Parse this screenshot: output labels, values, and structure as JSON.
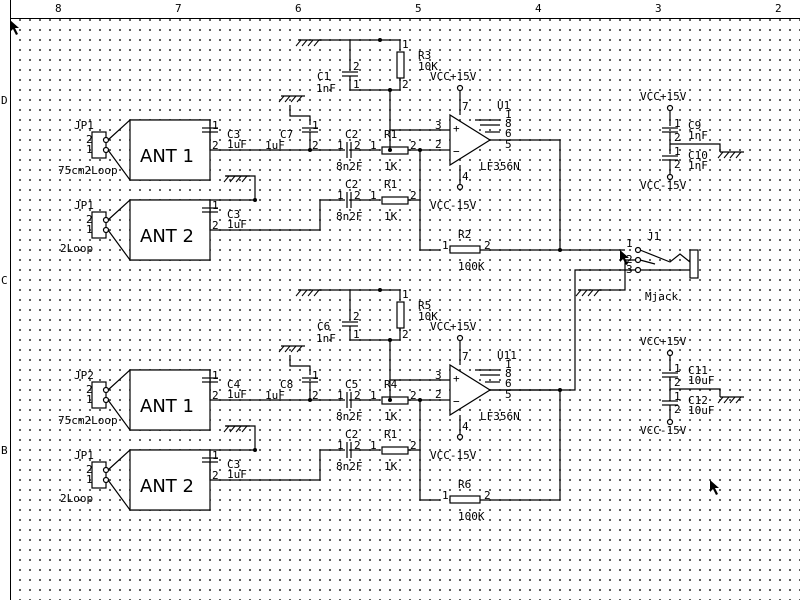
{
  "ruler": {
    "top_marks": [
      "8",
      "7",
      "6",
      "5",
      "4",
      "3",
      "2"
    ],
    "left_marks": [
      "D",
      "C",
      "B"
    ]
  },
  "icons": {
    "cursor": "arrow-cursor-icon"
  },
  "circuit_top": {
    "jp_a": {
      "ref": "JP1",
      "pins": [
        "2",
        "1"
      ],
      "desc": "75cm2Loop"
    },
    "jp_b": {
      "ref": "JP1",
      "pins": [
        "2",
        "1"
      ],
      "desc": "2Loop"
    },
    "ant_a": "ANT 1",
    "ant_b": "ANT 2",
    "c_a": {
      "ref": "C3",
      "value": "1uF",
      "pins": [
        "1",
        "2"
      ]
    },
    "c_b": {
      "ref": "C3",
      "value": "1uF",
      "pins": [
        "1",
        "2"
      ]
    },
    "c_mid": {
      "ref": "C7",
      "value": "1uF",
      "pins": [
        "1",
        "2"
      ]
    },
    "c_fb": {
      "ref": "C1",
      "value": "1nF",
      "pins": [
        "2",
        "1"
      ]
    },
    "c_in_a": {
      "ref": "C2",
      "value": "8n2F",
      "pins": [
        "1",
        "2"
      ]
    },
    "c_in_b": {
      "ref": "C2",
      "value": "8n2F",
      "pins": [
        "1",
        "2"
      ]
    },
    "r_in_a": {
      "ref": "R1",
      "value": "1K",
      "pins": [
        "1",
        "2"
      ]
    },
    "r_in_b": {
      "ref": "R1",
      "value": "1K",
      "pins": [
        "1",
        "2"
      ]
    },
    "r_fb": {
      "ref": "R3",
      "value": "10K",
      "pins": [
        "1",
        "2"
      ]
    },
    "r_out": {
      "ref": "R2",
      "value": "100K",
      "pins": [
        "1",
        "2"
      ]
    },
    "opamp": {
      "ref": "U1",
      "part": "LF356N",
      "pins": [
        "1",
        "8",
        "3",
        "6",
        "2",
        "5",
        "7",
        "4"
      ],
      "vcc": "VCC+15V",
      "vee": "VCC-15V"
    }
  },
  "circuit_bottom": {
    "jp_a": {
      "ref": "JP2",
      "pins": [
        "2",
        "1"
      ],
      "desc": "75cm2Loop"
    },
    "jp_b": {
      "ref": "JP1",
      "pins": [
        "2",
        "1"
      ],
      "desc": "2Loop"
    },
    "ant_a": "ANT 1",
    "ant_b": "ANT 2",
    "c_a": {
      "ref": "C4",
      "value": "1uF",
      "pins": [
        "1",
        "2"
      ]
    },
    "c_b": {
      "ref": "C3",
      "value": "1uF",
      "pins": [
        "1",
        "2"
      ]
    },
    "c_mid": {
      "ref": "C8",
      "value": "1uF",
      "pins": [
        "1",
        "2"
      ]
    },
    "c_fb": {
      "ref": "C6",
      "value": "1nF",
      "pins": [
        "2",
        "1"
      ]
    },
    "c_in_a": {
      "ref": "C5",
      "value": "8n2F",
      "pins": [
        "1",
        "2"
      ]
    },
    "c_in_b": {
      "ref": "C2",
      "value": "8n2F",
      "pins": [
        "1",
        "2"
      ]
    },
    "r_in_a": {
      "ref": "R4",
      "value": "1K",
      "pins": [
        "1",
        "2"
      ]
    },
    "r_in_b": {
      "ref": "R1",
      "value": "1K",
      "pins": [
        "1",
        "2"
      ]
    },
    "r_fb": {
      "ref": "R5",
      "value": "10K",
      "pins": [
        "1",
        "2"
      ]
    },
    "r_out": {
      "ref": "R6",
      "value": "100K",
      "pins": [
        "1",
        "2"
      ]
    },
    "opamp": {
      "ref": "U11",
      "part": "LF356N",
      "pins": [
        "1",
        "8",
        "3",
        "6",
        "2",
        "5",
        "7",
        "4"
      ],
      "vcc": "VCC+15V",
      "vee": "VCC-15V"
    }
  },
  "jack": {
    "ref": "J1",
    "part": "Mjack",
    "pins": [
      "1",
      "2",
      "3"
    ]
  },
  "supply_top": {
    "vcc": "VCC+15V",
    "vee": "VCC-15V",
    "c1": {
      "ref": "C9",
      "value": "1nF",
      "pins": [
        "1",
        "2"
      ]
    },
    "c2": {
      "ref": "C10",
      "value": "1nF",
      "pins": [
        "1",
        "2"
      ]
    }
  },
  "supply_bottom": {
    "vcc": "VCC+15V",
    "vee": "VCC-15V",
    "c1": {
      "ref": "C11",
      "value": "10uF",
      "pins": [
        "1",
        "2"
      ]
    },
    "c2": {
      "ref": "C12",
      "value": "10uF",
      "pins": [
        "1",
        "2"
      ]
    }
  }
}
